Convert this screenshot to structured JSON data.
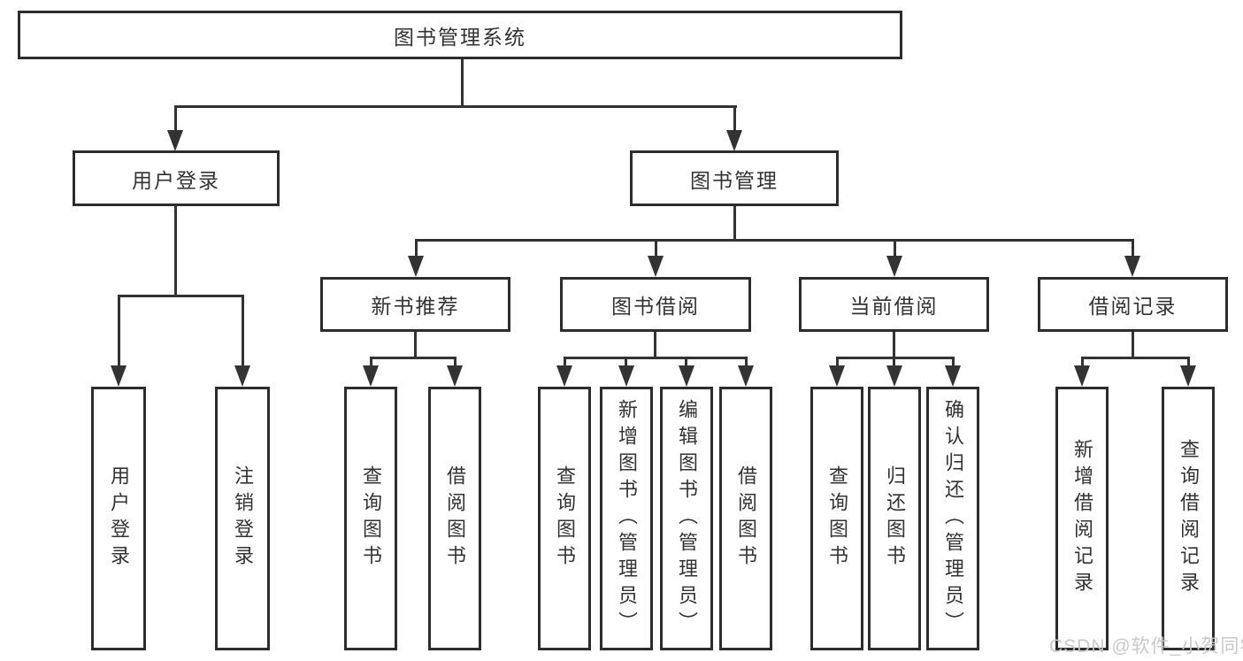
{
  "diagram": {
    "root": {
      "label": "图书管理系统"
    },
    "branches": [
      {
        "label": "用户登录",
        "children": [
          {
            "label": "用户登录"
          },
          {
            "label": "注销登录"
          }
        ]
      },
      {
        "label": "图书管理",
        "children": [
          {
            "label": "新书推荐",
            "children": [
              {
                "label": "查询图书"
              },
              {
                "label": "借阅图书"
              }
            ]
          },
          {
            "label": "图书借阅",
            "children": [
              {
                "label": "查询图书"
              },
              {
                "label": "新增图书（管理员）"
              },
              {
                "label": "编辑图书（管理员）"
              },
              {
                "label": "借阅图书"
              }
            ]
          },
          {
            "label": "当前借阅",
            "children": [
              {
                "label": "查询图书"
              },
              {
                "label": "归还图书"
              },
              {
                "label": "确认归还（管理员）"
              }
            ]
          },
          {
            "label": "借阅记录",
            "children": [
              {
                "label": "新增借阅记录"
              },
              {
                "label": "查询借阅记录"
              }
            ]
          }
        ]
      }
    ],
    "watermark": "CSDN @软件_小贺同学",
    "colors": {
      "background": "#ffffff",
      "border": "#2d2d2d",
      "line": "#333333",
      "text": "#333333",
      "watermark": "#c7c7c7"
    }
  }
}
